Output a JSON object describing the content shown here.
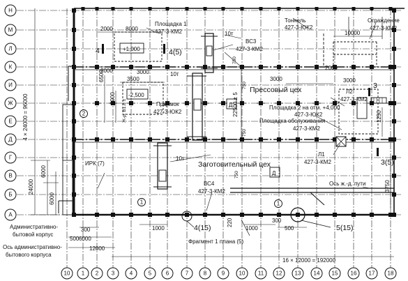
{
  "axes_letters": [
    "Н",
    "М",
    "Л",
    "К",
    "И",
    "Ж",
    "Е",
    "Д",
    "Г",
    "В",
    "Б",
    "А"
  ],
  "axes_numbers": [
    "10",
    "1",
    "2",
    "3",
    "4",
    "5",
    "6",
    "7",
    "8",
    "9",
    "10",
    "11",
    "12",
    "13",
    "14",
    "15",
    "16",
    "17",
    "18"
  ],
  "dimensions": {
    "left_total": "4 × 24000 = 96000",
    "left_24000": "24000",
    "left_6000a": "6000",
    "left_6000b": "6000",
    "bottom_300": "300",
    "bottom_500": "500",
    "bottom_6000": "6000",
    "bottom_12000": "12000",
    "bottom_total": "16 × 12000 = 192000",
    "d1000a": "1000",
    "d1000b": "1000",
    "d300": "300",
    "d500": "500",
    "d220": "220",
    "d2000a": "2000",
    "d8000": "8000",
    "d3500": "3500",
    "d6500": "6500",
    "d2000b": "2000",
    "d5000": "5000",
    "d3000a": "3000",
    "d3000b": "3000",
    "d22500": "22500 ± 5",
    "d750a": "750",
    "d750b": "750",
    "d750c": "750",
    "d750d": "750",
    "d10000": "10000",
    "d3000c": "3000",
    "d1250": "1250",
    "d3750": "3750",
    "d2000c": "2000",
    "d_plus1000": "+1,000",
    "d_minus2500": "-2,500"
  },
  "labels": {
    "platform1": "Площадка 1",
    "platform1_code": "427-3-КМ2",
    "tunnel": "Тоннель",
    "tunnel_code": "427-3-ЮК2",
    "fence": "Ограждение",
    "fence_code": "427-3-КМ2",
    "vs3": "ВС3",
    "vs3_code": "427-3-КМ2",
    "t10a": "10т",
    "t10b": "10т",
    "t10c": "10т",
    "pit": "Приямок",
    "pit_code": "427-3-ЮК2",
    "press_shop": "Прессовый цех",
    "shop_letter_a": "Д",
    "shop_letter_b": "Д",
    "l2": "Л2",
    "l2_code": "427-3-КМ2",
    "platform2": "Площадка 2 на отм. +4,000",
    "platform2_code": "427-3-ЮК2",
    "platform_service": "Площадка обслуживания",
    "platform_service_code": "427-3-КМ2",
    "l1": "Л1",
    "l1_code": "427-3-КМ2",
    "prep_shop": "Заготовительный цех",
    "irk": "ИРК (7)",
    "vs4": "ВС4",
    "vs4_code": "427-3-КМ2",
    "rail_axis": "Ось ж.-д. пути",
    "admin_building": "Административно-",
    "admin_building2": "бытовой корпус",
    "admin_axis": "Ось административно-",
    "admin_axis2": "бытового корпуса",
    "fragment": "Фрагмент 1 плана (5)",
    "sec4": "4",
    "sec45": "4(5)",
    "sec3": "3",
    "sec35": "3(5)",
    "node415": "4(15)",
    "node515": "5(15)",
    "circle1a": "1",
    "circle1b": "1",
    "circle2": "2",
    "ref_small": "Ж-р. В1.8 ±"
  }
}
